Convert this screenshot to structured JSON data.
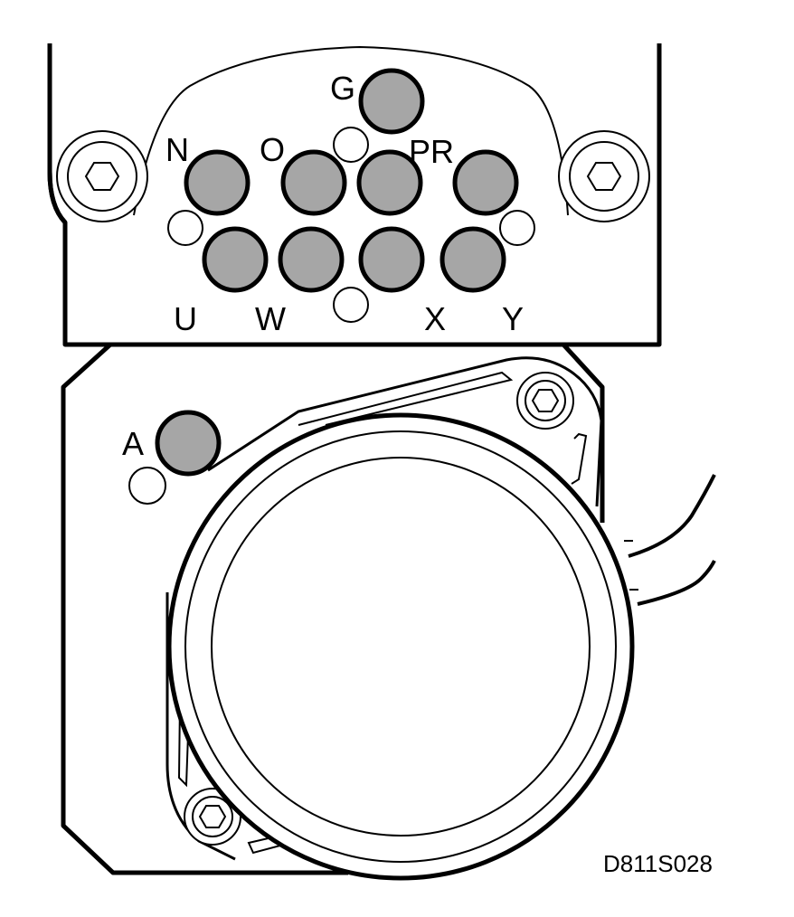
{
  "figure": {
    "code": "D811S028",
    "colors": {
      "outline": "#000000",
      "pin_fill": "#a6a6a6",
      "background": "#ffffff"
    }
  },
  "labels": {
    "g": "G",
    "n": "N",
    "o": "O",
    "pr": "PR",
    "u": "U",
    "w": "W",
    "x": "X",
    "y": "Y",
    "a": "A"
  }
}
